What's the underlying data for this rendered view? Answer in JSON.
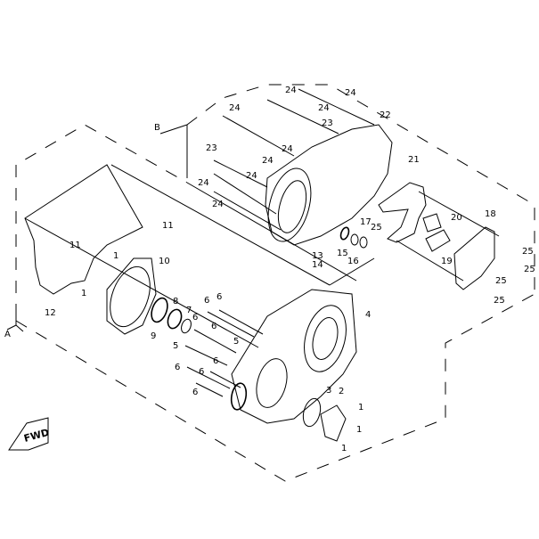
{
  "diagram": {
    "view_markers": [
      "A",
      "B"
    ],
    "callouts": [
      "24",
      "24",
      "24",
      "24",
      "22",
      "23",
      "23",
      "24",
      "24",
      "24",
      "24",
      "24",
      "21",
      "20",
      "18",
      "17",
      "25",
      "15",
      "16",
      "13",
      "14",
      "19",
      "25",
      "25",
      "25",
      "25",
      "11",
      "11",
      "1",
      "10",
      "1",
      "12",
      "9",
      "8",
      "7",
      "6",
      "6",
      "6",
      "6",
      "5",
      "5",
      "6",
      "6",
      "6",
      "6",
      "4",
      "3",
      "2",
      "1",
      "1",
      "1"
    ],
    "direction_badge": "FWD"
  }
}
